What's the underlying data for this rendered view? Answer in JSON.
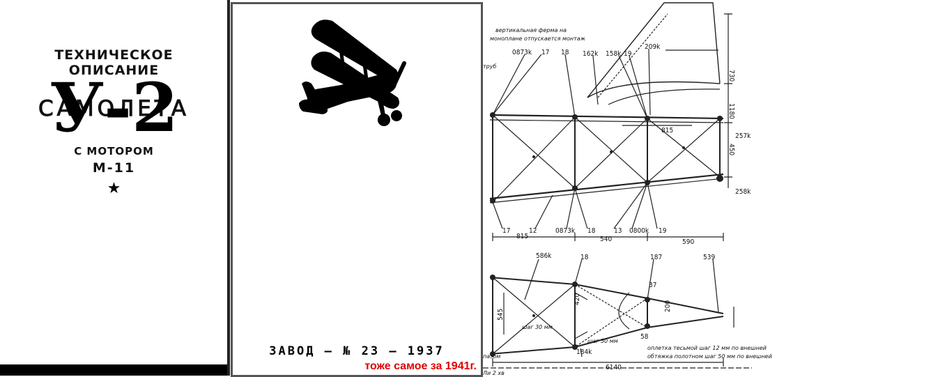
{
  "cover": {
    "line1": "ТЕХНИЧЕСКОЕ",
    "line2": "ОПИСАНИЕ",
    "model": "У-2",
    "line3": "САМОЛЕТА",
    "line4": "С МОТОРОМ",
    "engine": "М-11",
    "star": "★"
  },
  "middle": {
    "factory": "ЗАВОД — № 23 — 1937",
    "note": "тоже самое за 1941г."
  },
  "drawing": {
    "top_note_line1": "вертикальная ферма на",
    "top_note_line2": "моноплане отпускается монтаж",
    "labels_top": [
      "0873k",
      "17",
      "18",
      "162k",
      "158k",
      "19",
      "209k"
    ],
    "label_left": "труб",
    "dims_right": [
      "730",
      "1180",
      "450",
      "257k",
      "258k"
    ],
    "dim_815_mid": "815",
    "labels_bottom_row": [
      "17",
      "12",
      "0873k",
      "18",
      "13",
      "0800k",
      "19"
    ],
    "dims_bottom_row": [
      "815",
      "540",
      "590"
    ],
    "lower_labels": [
      "586k",
      "18",
      "187",
      "539",
      "37",
      "545",
      "420",
      "200",
      "184k",
      "58"
    ],
    "lower_notes": [
      "шаг 30 мм",
      "шаг 50 мм"
    ],
    "lower_note_a": "оплетка тесьмой шаг 12 мм по внешней",
    "lower_note_b": "обтяжка полотном шаг 50 мм по внешней",
    "lower_dim": "6140",
    "lower_left": "пазом",
    "bottom_text": "Ли 2 хв"
  }
}
